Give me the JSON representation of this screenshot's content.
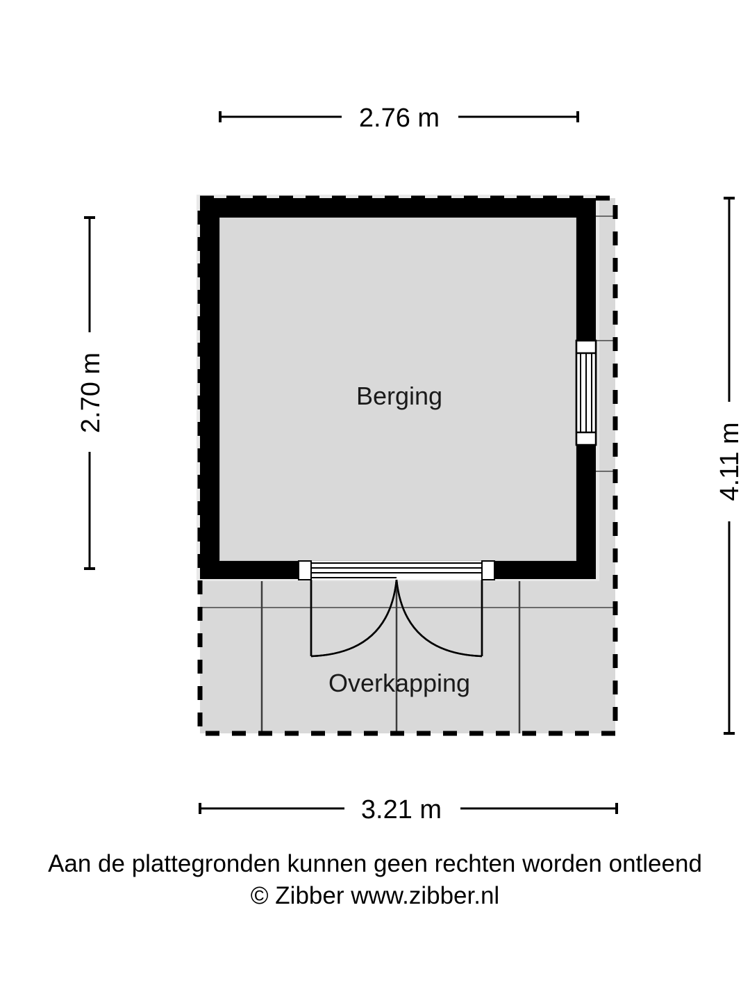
{
  "plan": {
    "title": "Berging / Overkapping plattegrond",
    "rooms": [
      {
        "id": "berging",
        "label": "Berging"
      },
      {
        "id": "overkapping",
        "label": "Overkapping"
      }
    ],
    "dimensions": {
      "top": "2.76 m",
      "left": "2.70 m",
      "right": "4.11 m",
      "bottom": "3.21 m"
    },
    "colors": {
      "wall": "#000000",
      "floor_fill": "#d9d9d9",
      "overhang_fill": "#d9d9d9",
      "background": "#ffffff",
      "line": "#000000",
      "thin_line": "#555555",
      "text": "#000000"
    },
    "features": [
      {
        "id": "window-right",
        "type": "window",
        "wall": "right"
      },
      {
        "id": "door-double-bottom",
        "type": "double-door",
        "wall": "bottom"
      },
      {
        "id": "post-left",
        "type": "post",
        "area": "overkapping"
      },
      {
        "id": "post-center",
        "type": "post",
        "area": "overkapping"
      },
      {
        "id": "post-right",
        "type": "post",
        "area": "overkapping"
      }
    ]
  },
  "footer": {
    "disclaimer": "Aan de plattegronden kunnen geen rechten worden ontleend",
    "copyright": "© Zibber www.zibber.nl"
  }
}
